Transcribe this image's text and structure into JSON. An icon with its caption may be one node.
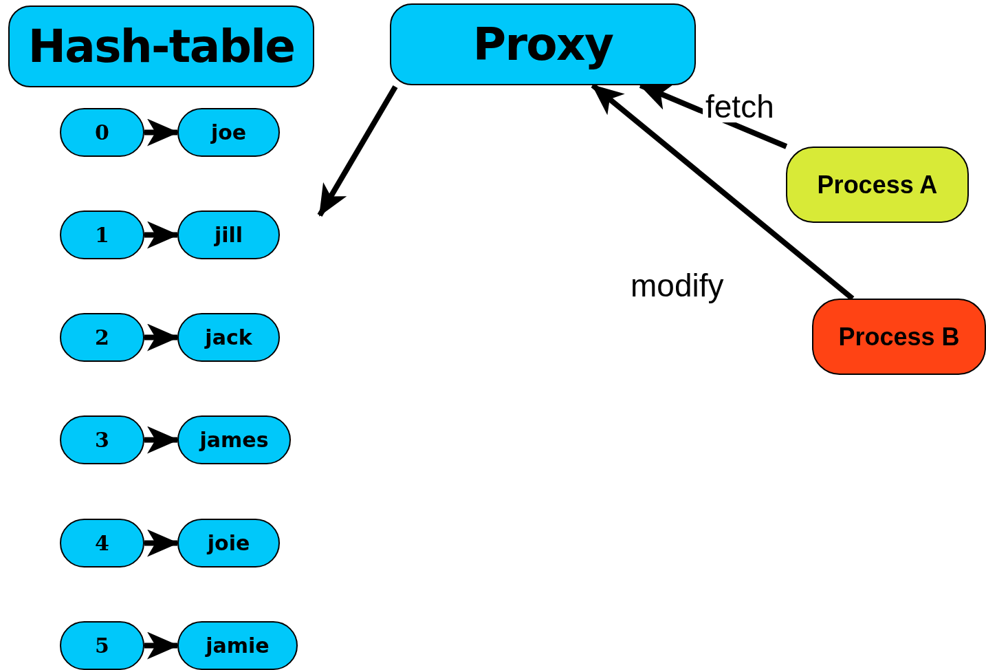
{
  "diagram": {
    "nodes": [
      {
        "text": [
          "Hash-table"
        ]
      },
      {
        "text": [
          "Proxy"
        ]
      },
      {
        "text": [
          "0"
        ]
      },
      {
        "text": [
          "joe"
        ]
      },
      {
        "text": [
          "1"
        ]
      },
      {
        "text": [
          "jill"
        ]
      },
      {
        "text": [
          "2"
        ]
      },
      {
        "text": [
          "jack"
        ]
      },
      {
        "text": [
          "3"
        ]
      },
      {
        "text": [
          "james"
        ]
      },
      {
        "text": [
          "4"
        ]
      },
      {
        "text": [
          "joie"
        ]
      },
      {
        "text": [
          "5"
        ]
      },
      {
        "text": [
          "jamie"
        ]
      },
      {
        "text": [
          "Process A"
        ]
      },
      {
        "text": [
          "Process B"
        ]
      }
    ],
    "edges": [
      {
        "from": 2,
        "to": 3,
        "arrow": "to"
      },
      {
        "from": 4,
        "to": 5,
        "arrow": "to"
      },
      {
        "from": 6,
        "to": 7,
        "arrow": "to"
      },
      {
        "from": 8,
        "to": 9,
        "arrow": "to"
      },
      {
        "from": 10,
        "to": 11,
        "arrow": "to"
      },
      {
        "from": 12,
        "to": 13,
        "arrow": "to"
      },
      {
        "from": 1,
        "to": null,
        "arrow": "to"
      },
      {
        "from": 14,
        "to": 1,
        "arrow": "to",
        "label": "fetch"
      },
      {
        "from": 15,
        "to": 1,
        "arrow": "to",
        "label": "modify"
      }
    ]
  }
}
